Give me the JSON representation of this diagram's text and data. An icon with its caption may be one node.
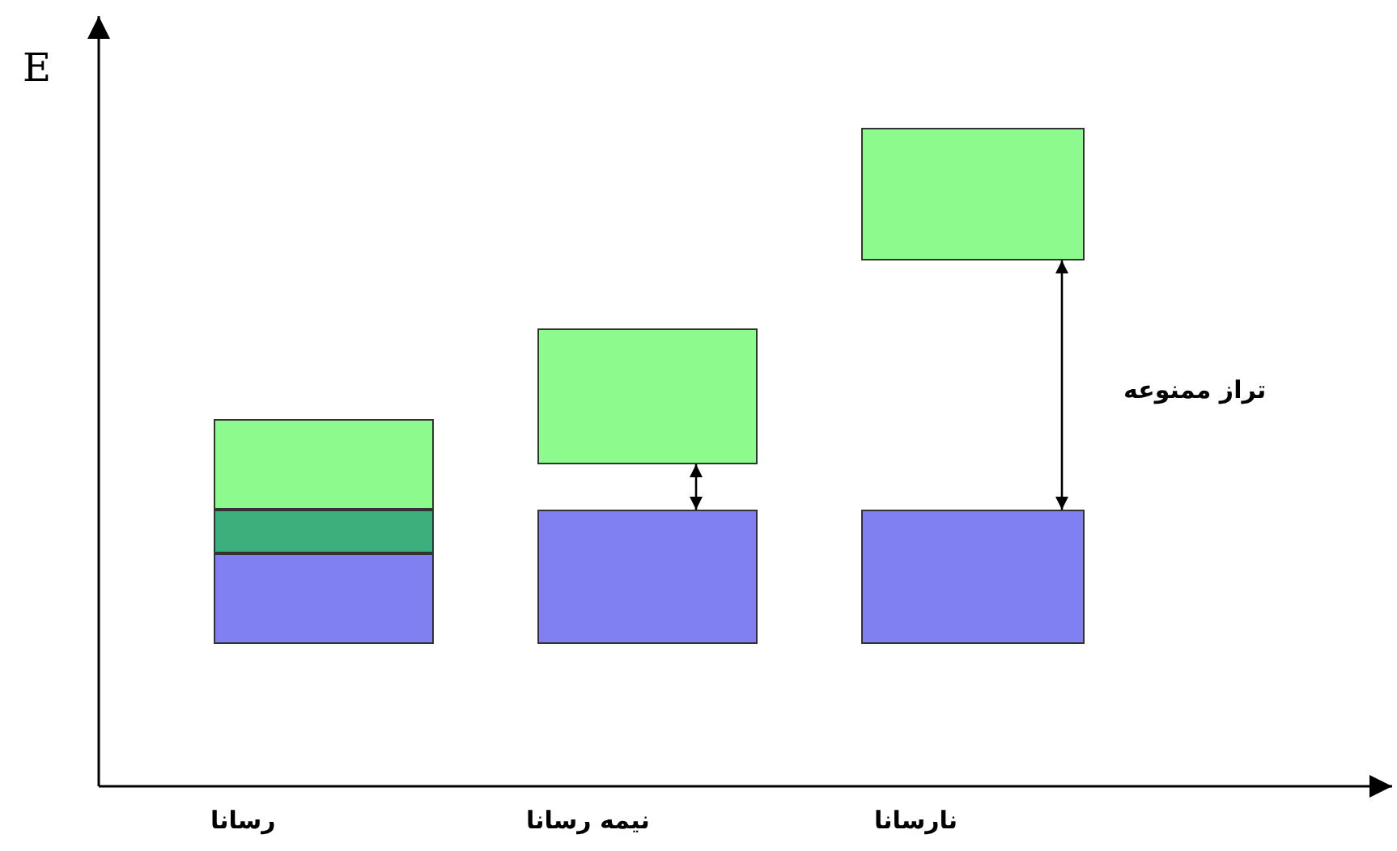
{
  "diagram": {
    "nodes": [
      {
        "text": [],
        "shape": "bar"
      },
      {
        "text": [],
        "shape": "bar"
      },
      {
        "text": [],
        "shape": "bar"
      },
      {
        "text": [],
        "shape": "bar"
      },
      {
        "text": [],
        "shape": "bar"
      },
      {
        "text": [],
        "shape": "bar"
      },
      {
        "text": [],
        "shape": "bar"
      }
    ],
    "edges": [
      {
        "from": 4,
        "to": 3,
        "arrow": "both"
      },
      {
        "from": 6,
        "to": 5,
        "arrow": "both",
        "label": "تراز ممنوعه"
      }
    ],
    "labels": [
      "E",
      "رسانا",
      "نیمه رسانا",
      "نارسانا"
    ]
  }
}
